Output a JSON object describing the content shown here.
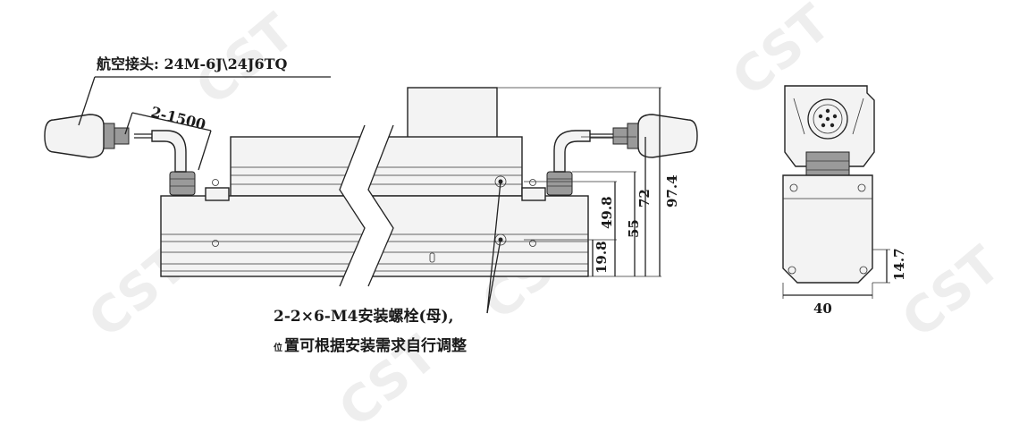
{
  "watermark": "CST",
  "connector_label": "航空接头: 24M-6J\\24J6TQ",
  "cable_label": "2-1500",
  "screw_label_line1": "2-2×6-M4安装螺栓(母),",
  "screw_label_line2_small": "位",
  "screw_label_line2": "置可根据安装需求自行调整",
  "dimensions": {
    "d19_8": "19.8",
    "d49_8": "49.8",
    "d55": "55",
    "d72": "72",
    "d97_4": "97.4",
    "d14_7": "14.7",
    "d40": "40"
  }
}
